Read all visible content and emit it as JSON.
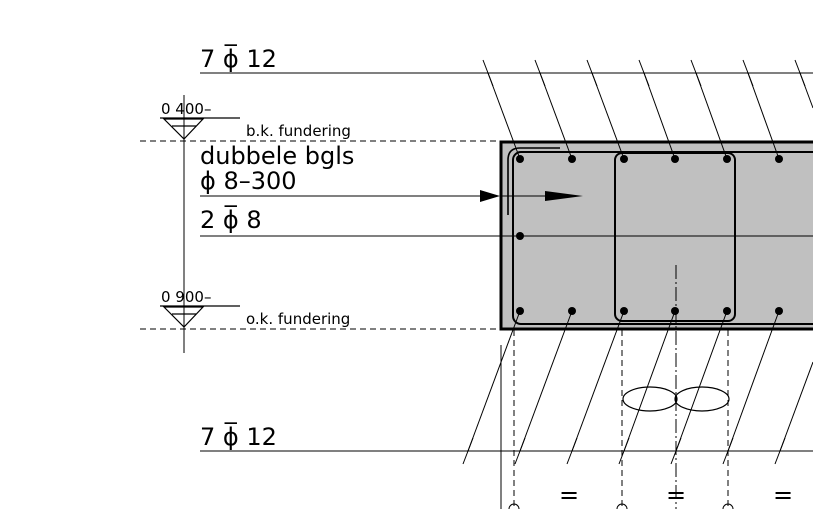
{
  "labels": {
    "top_bars": "7 ϕ̅ 12",
    "bottom_bars": "7 ϕ̅ 12",
    "stirrups_line1": "dubbele bgls",
    "stirrups_line2": "ϕ 8–300",
    "side_bars": "2 ϕ̅ 8",
    "level_top": "0 400–",
    "level_top_note": "b.k. fundering",
    "level_bottom": "0 900–",
    "level_bottom_note": "o.k. fundering",
    "equal_marks": [
      "=",
      "=",
      "="
    ]
  },
  "colors": {
    "concrete_fill": "#c0c0c0",
    "line": "#000000"
  }
}
